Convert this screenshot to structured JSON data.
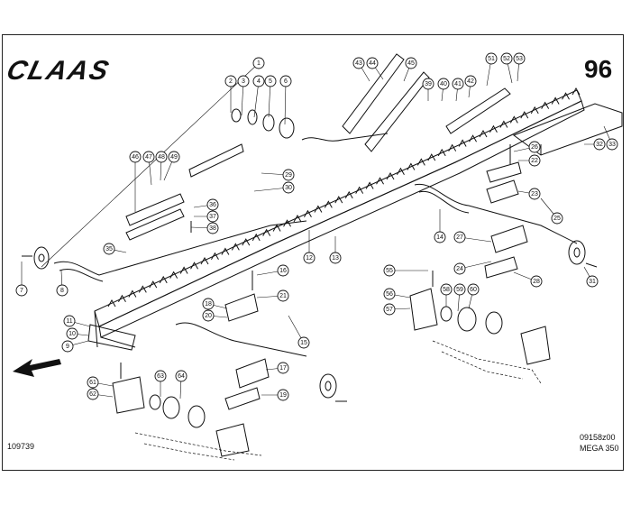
{
  "header": {
    "brand": "CLAAS",
    "page_number": "96"
  },
  "footer": {
    "reference_number": "109739",
    "drawing_code": "09158z00",
    "model": "MEGA 350"
  },
  "callouts": [
    "1",
    "2",
    "3",
    "4",
    "5",
    "6",
    "7",
    "8",
    "9",
    "10",
    "11",
    "12",
    "13",
    "14",
    "15",
    "16",
    "17",
    "18",
    "19",
    "20",
    "21",
    "22",
    "23",
    "24",
    "25",
    "26",
    "27",
    "28",
    "29",
    "30",
    "31",
    "32",
    "33",
    "35",
    "36",
    "37",
    "38",
    "39",
    "40",
    "41",
    "42",
    "43",
    "44",
    "45",
    "46",
    "47",
    "48",
    "49",
    "51",
    "52",
    "53",
    "55",
    "56",
    "57",
    "58",
    "59",
    "60",
    "61",
    "62",
    "63",
    "64"
  ],
  "colors": {
    "ink": "#111111",
    "paper": "#ffffff"
  }
}
